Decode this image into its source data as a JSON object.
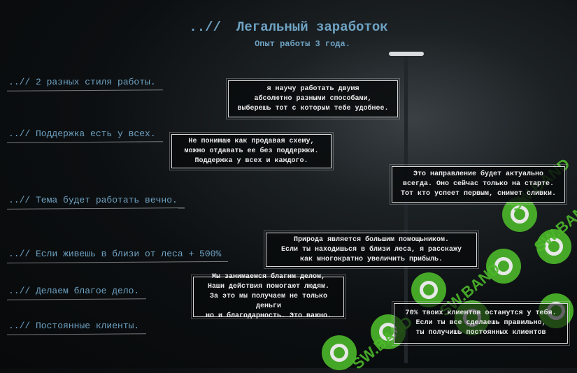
{
  "header": {
    "prefix": "..//",
    "title": "Легальный заработок",
    "subtitle": "Опыт работы 3 года."
  },
  "items": [
    {
      "label": "..// 2 разных стиля работы.",
      "note": [
        "я научу работать двумя",
        "абсолютно разными способами,",
        "выберешь тот с которым тебе удобнее."
      ]
    },
    {
      "label": "..// Поддержка есть у всех.",
      "note": [
        "Не понимаю как продавая схему,",
        "можно отдавать ее без поддержки.",
        "Поддержка у всех и каждого."
      ]
    },
    {
      "label": "..// Тема будет работать вечно.",
      "note": [
        "Это направление будет актуально",
        "всегда. Оно сейчас только на старте.",
        "Тот кто успеет первым, снимет сливки."
      ]
    },
    {
      "label": "..// Если живешь в близи от леса + 500%",
      "note": [
        "Природа является большим помощьником.",
        "Если ты находишься в близи леса, я расскажу",
        "как многократно увеличить прибыль."
      ]
    },
    {
      "label": "..// Делаем благое дело.",
      "note": [
        "Мы занимаемся благим делом,",
        "Наши действия помогают людям.",
        "За это мы получаем не только деньги",
        "но и благодарность. Это важно."
      ]
    },
    {
      "label": "..// Постоянные клиенты.",
      "note": [
        "70% твоих клиентов останутся у тебя.",
        "Если ты все сделаешь правильно,",
        "ты получишь постоянных клиентов"
      ]
    }
  ],
  "watermark": "SW.BAND",
  "colors": {
    "accent": "#6fa3c4",
    "watermark": "#4cb82a",
    "background": "#0c0f11"
  }
}
